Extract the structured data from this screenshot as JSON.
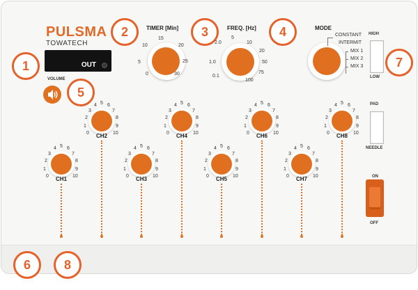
{
  "brand": {
    "name": "PULSMA",
    "maker": "TOWATECH"
  },
  "display": {
    "out_label": "OUT"
  },
  "volume": {
    "label": "VOLUME"
  },
  "badges": [
    "1",
    "2",
    "3",
    "4",
    "5",
    "6",
    "7",
    "8"
  ],
  "timer": {
    "label": "TIMER [Min]",
    "scale": [
      "0",
      "5",
      "10",
      "15",
      "20",
      "25",
      "30"
    ]
  },
  "freq": {
    "label": "FREQ. [Hz]",
    "scale": [
      "0.1",
      "1.0",
      "2.0",
      "5",
      "10",
      "20",
      "50",
      "75",
      "100"
    ]
  },
  "mode": {
    "label": "MODE",
    "options": [
      "CONSTANT",
      "INTERMIT",
      "MIX 1",
      "MIX 2",
      "MIX 3"
    ]
  },
  "intensity_switch": {
    "top": "HIGH",
    "bottom": "LOW"
  },
  "output_switch": {
    "top": "PAD",
    "bottom": "NEEDLE"
  },
  "power": {
    "on": "ON",
    "off": "OFF"
  },
  "channel_scale": [
    "0",
    "1",
    "2",
    "3",
    "4",
    "5",
    "6",
    "7",
    "8",
    "9",
    "10"
  ],
  "channels": [
    "CH1",
    "CH2",
    "CH3",
    "CH4",
    "CH5",
    "CH6",
    "CH7",
    "CH8"
  ],
  "colors": {
    "accent": "#e07020",
    "badge": "#e4622a",
    "panel": "#f7f7f6"
  }
}
